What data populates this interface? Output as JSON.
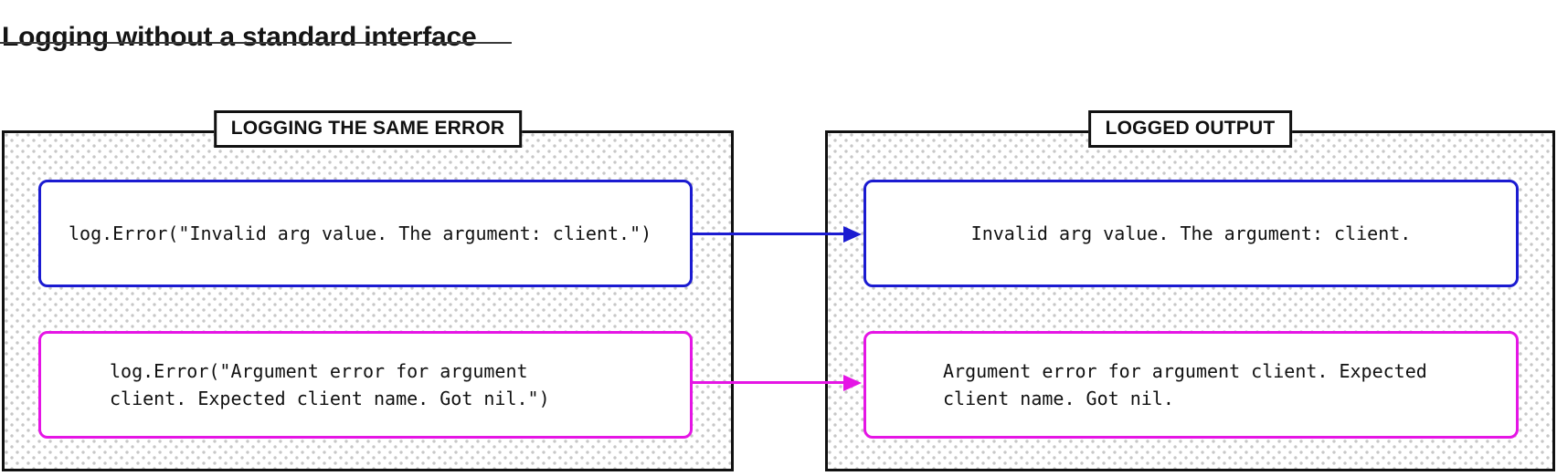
{
  "title": "Logging without a standard interface",
  "colors": {
    "blue": "#1b1bd1",
    "magenta": "#e515e5",
    "ink": "#111111",
    "dot": "#c7c7c7"
  },
  "panels": [
    {
      "label": "LOGGING THE SAME ERROR",
      "boxes": [
        {
          "color": "blue",
          "lines": [
            "log.Error(\"Invalid arg value. The argument: client.\")"
          ]
        },
        {
          "color": "magenta",
          "lines": [
            "log.Error(\"Argument error for argument",
            "client. Expected client name. Got nil.\")"
          ]
        }
      ]
    },
    {
      "label": "LOGGED OUTPUT",
      "boxes": [
        {
          "color": "blue",
          "lines": [
            "Invalid arg value. The argument: client."
          ]
        },
        {
          "color": "magenta",
          "lines": [
            "Argument error for argument client. Expected",
            "client name. Got nil."
          ]
        }
      ]
    }
  ],
  "arrows": [
    {
      "color": "blue",
      "from": "source blue log call",
      "to": "blue logged output"
    },
    {
      "color": "magenta",
      "from": "source magenta log call",
      "to": "magenta logged output"
    }
  ]
}
